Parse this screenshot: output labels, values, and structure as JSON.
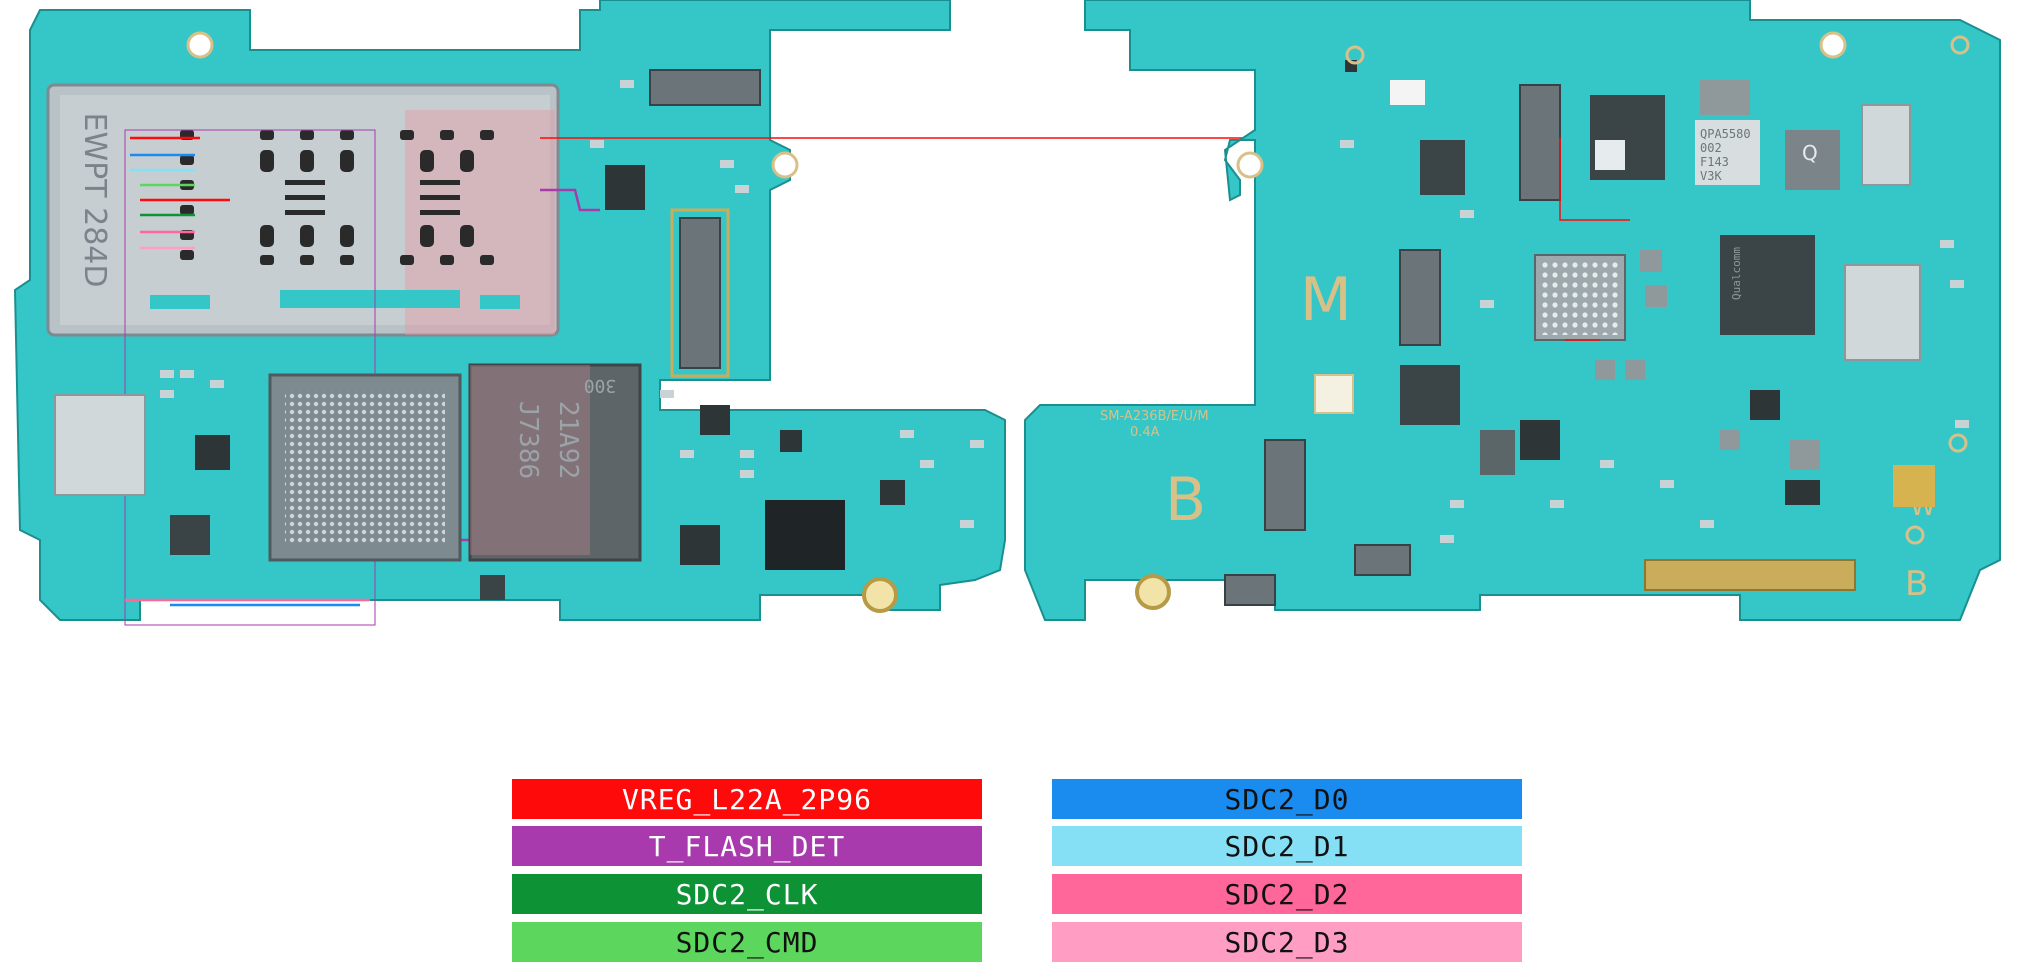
{
  "board": {
    "pcb_color": "#37c9c9",
    "silkscreen_color": "#d8c089",
    "markings": {
      "sim_tray_text": "EWPT 284D",
      "memory_chip_text_1": "21A92",
      "memory_chip_text_2": "J7386",
      "memory_chip_text_3": "300",
      "model_text": "SM-A236B/E/U/M",
      "revision_text": "0.4A",
      "silk_m": "M",
      "silk_b_left": "B",
      "silk_b_right": "B",
      "silk_w": "W",
      "chip_qpa": "QPA5580",
      "chip_qpa_2": "002",
      "chip_qpa_3": "F143",
      "chip_qpa_4": "V3K",
      "chip_qualcomm": "Qualcomm",
      "chip_q": "Q"
    }
  },
  "legend": {
    "items": [
      {
        "label": "VREG_L22A_2P96",
        "color": "#ff0a0a",
        "text_color": "#ffffff"
      },
      {
        "label": "SDC2_D0",
        "color": "#1a8cf0",
        "text_color": "#111111"
      },
      {
        "label": "T_FLASH_DET",
        "color": "#a83aad",
        "text_color": "#ffffff"
      },
      {
        "label": "SDC2_D1",
        "color": "#85e0f5",
        "text_color": "#111111"
      },
      {
        "label": "SDC2_CLK",
        "color": "#0e9236",
        "text_color": "#ffffff"
      },
      {
        "label": "SDC2_D2",
        "color": "#ff6699",
        "text_color": "#111111"
      },
      {
        "label": "SDC2_CMD",
        "color": "#5cd65c",
        "text_color": "#111111"
      },
      {
        "label": "SDC2_D3",
        "color": "#ff9ec2",
        "text_color": "#111111"
      }
    ]
  }
}
